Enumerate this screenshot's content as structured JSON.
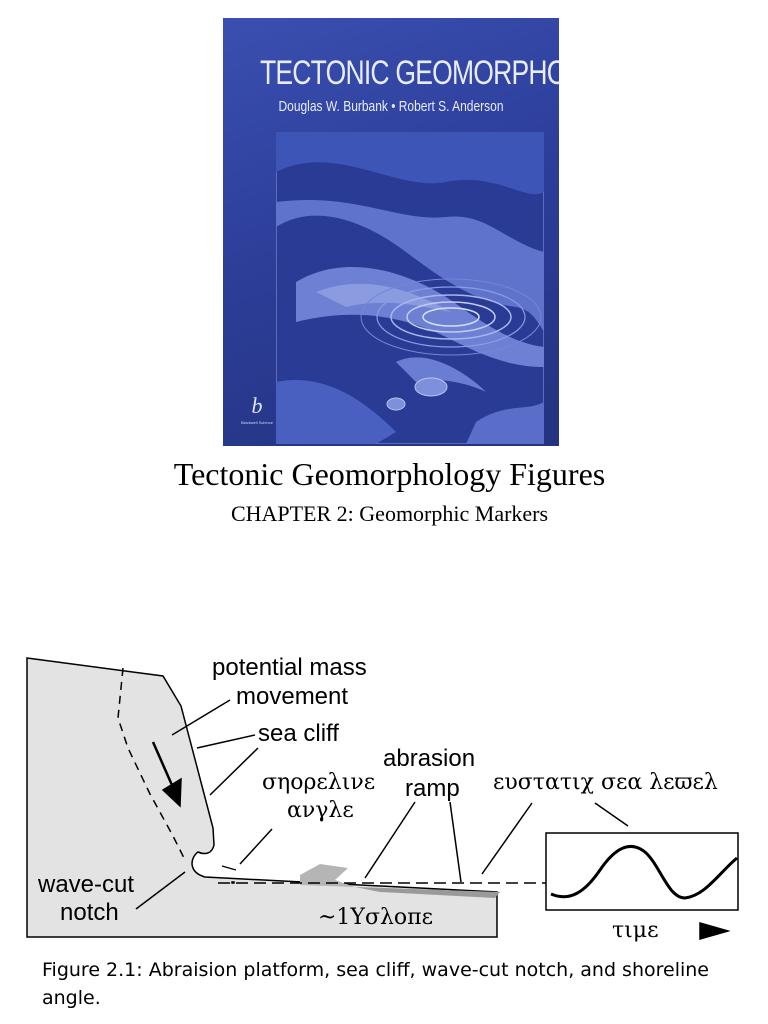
{
  "cover": {
    "title": "TECTONIC GEOMORPHOLOGY",
    "authors": "Douglas W. Burbank • Robert S. Anderson",
    "publisher_logo": "b",
    "publisher_name": "Blackwell Science"
  },
  "document": {
    "title": "Tectonic Geomorphology Figures",
    "subtitle": "CHAPTER 2: Geomorphic Markers"
  },
  "figure": {
    "labels": {
      "mass_movement_1": "potential mass",
      "mass_movement_2": "movement",
      "sea_cliff": "sea cliff",
      "abrasion_1": "abrasion",
      "abrasion_2": "ramp",
      "shoreline_1": "σηορελινε",
      "shoreline_2": "ανγλε",
      "eustatic": "ευστατιχ σεα λεϖελ",
      "notch_1": "wave-cut",
      "notch_2": "notch",
      "slope": "~1Υσλοπε",
      "time": "τιμε"
    },
    "caption": "Figure 2.1: Abraision platform, sea cliff, wave-cut notch, and shoreline angle."
  }
}
